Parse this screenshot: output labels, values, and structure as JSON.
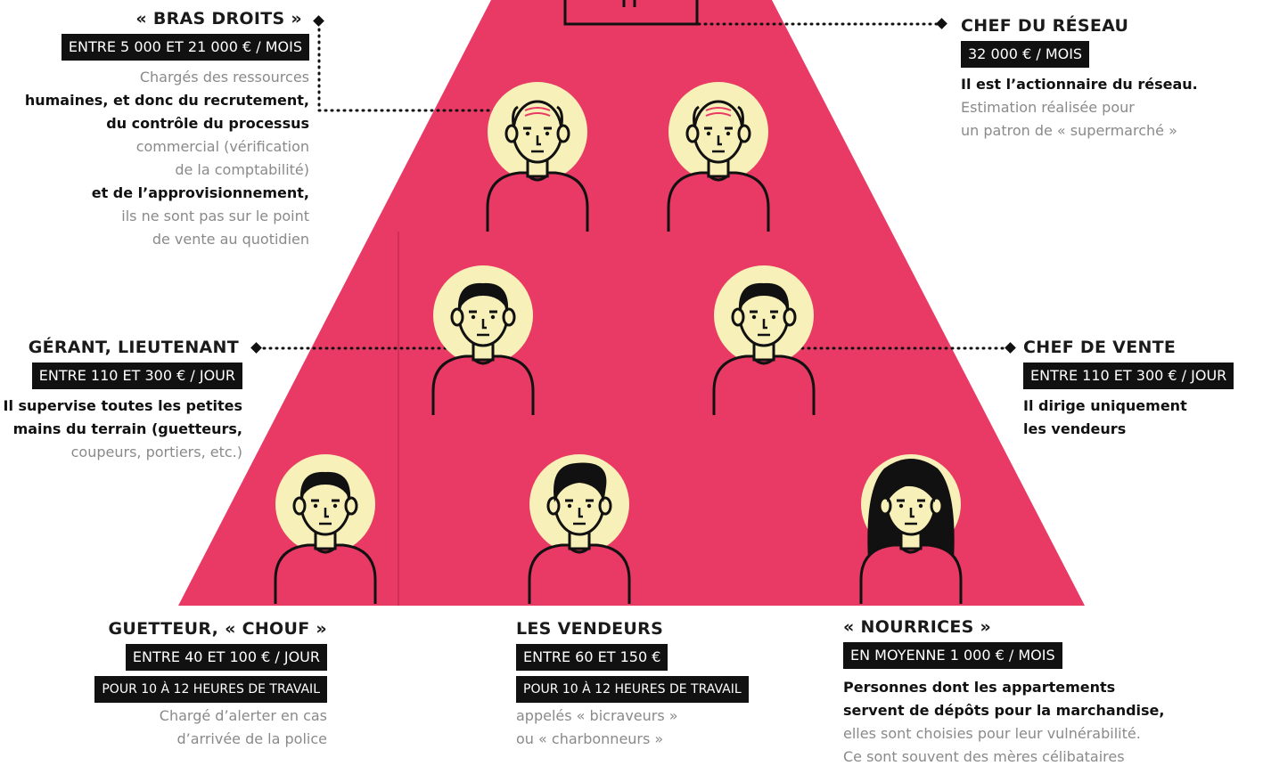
{
  "colors": {
    "pyramid": "#e83a64",
    "halo": "#f7f0b8",
    "shirt": "#e83a64",
    "label_bg": "#111111"
  },
  "roles": {
    "bras_droits": {
      "title": "« BRAS DROITS »",
      "pay": "ENTRE 5 000 ET 21 000 € / MOIS",
      "desc": [
        "Chargés des ressources",
        "humaines, et donc du recrutement,",
        "du contrôle du processus",
        "commercial (vérification",
        "de la comptabilité)",
        "et de l’approvisionnement,",
        "ils ne sont pas sur le point",
        "de vente au quotidien"
      ]
    },
    "chef_reseau": {
      "title": "CHEF DU RÉSEAU",
      "pay": "32 000 € / MOIS",
      "desc": [
        "Il est l’actionnaire du réseau.",
        "Estimation réalisée pour",
        "un patron de « supermarché »"
      ]
    },
    "gerant": {
      "title": "GÉRANT, LIEUTENANT",
      "pay": "ENTRE 110 ET 300 € / JOUR",
      "desc": [
        "Il supervise toutes les petites",
        "mains du terrain (guetteurs,",
        "coupeurs, portiers, etc.)"
      ]
    },
    "chef_vente": {
      "title": "CHEF DE VENTE",
      "pay": "ENTRE 110 ET 300 € / JOUR",
      "desc": [
        "Il dirige uniquement",
        "les vendeurs"
      ]
    },
    "guetteur": {
      "title": "GUETTEUR, « CHOUF »",
      "pay": "ENTRE 40 ET 100 € / JOUR",
      "pay2": "POUR 10 À 12 HEURES DE TRAVAIL",
      "desc": [
        "Chargé d’alerter en cas",
        "d’arrivée de la police"
      ]
    },
    "vendeurs": {
      "title": "LES VENDEURS",
      "pay": "ENTRE 60 ET 150 €",
      "pay2": "POUR 10 À 12 HEURES DE TRAVAIL",
      "desc": [
        "appelés « bicraveurs »",
        "ou « charbonneurs »"
      ]
    },
    "nourrices": {
      "title": "« NOURRICES »",
      "pay": "EN MOYENNE  1 000 € / MOIS",
      "desc": [
        "Personnes dont les appartements",
        "servent de dépôts pour la marchandise,",
        "elles sont choisies pour leur vulnérabilité.",
        "Ce sont souvent des mères célibataires"
      ]
    }
  }
}
